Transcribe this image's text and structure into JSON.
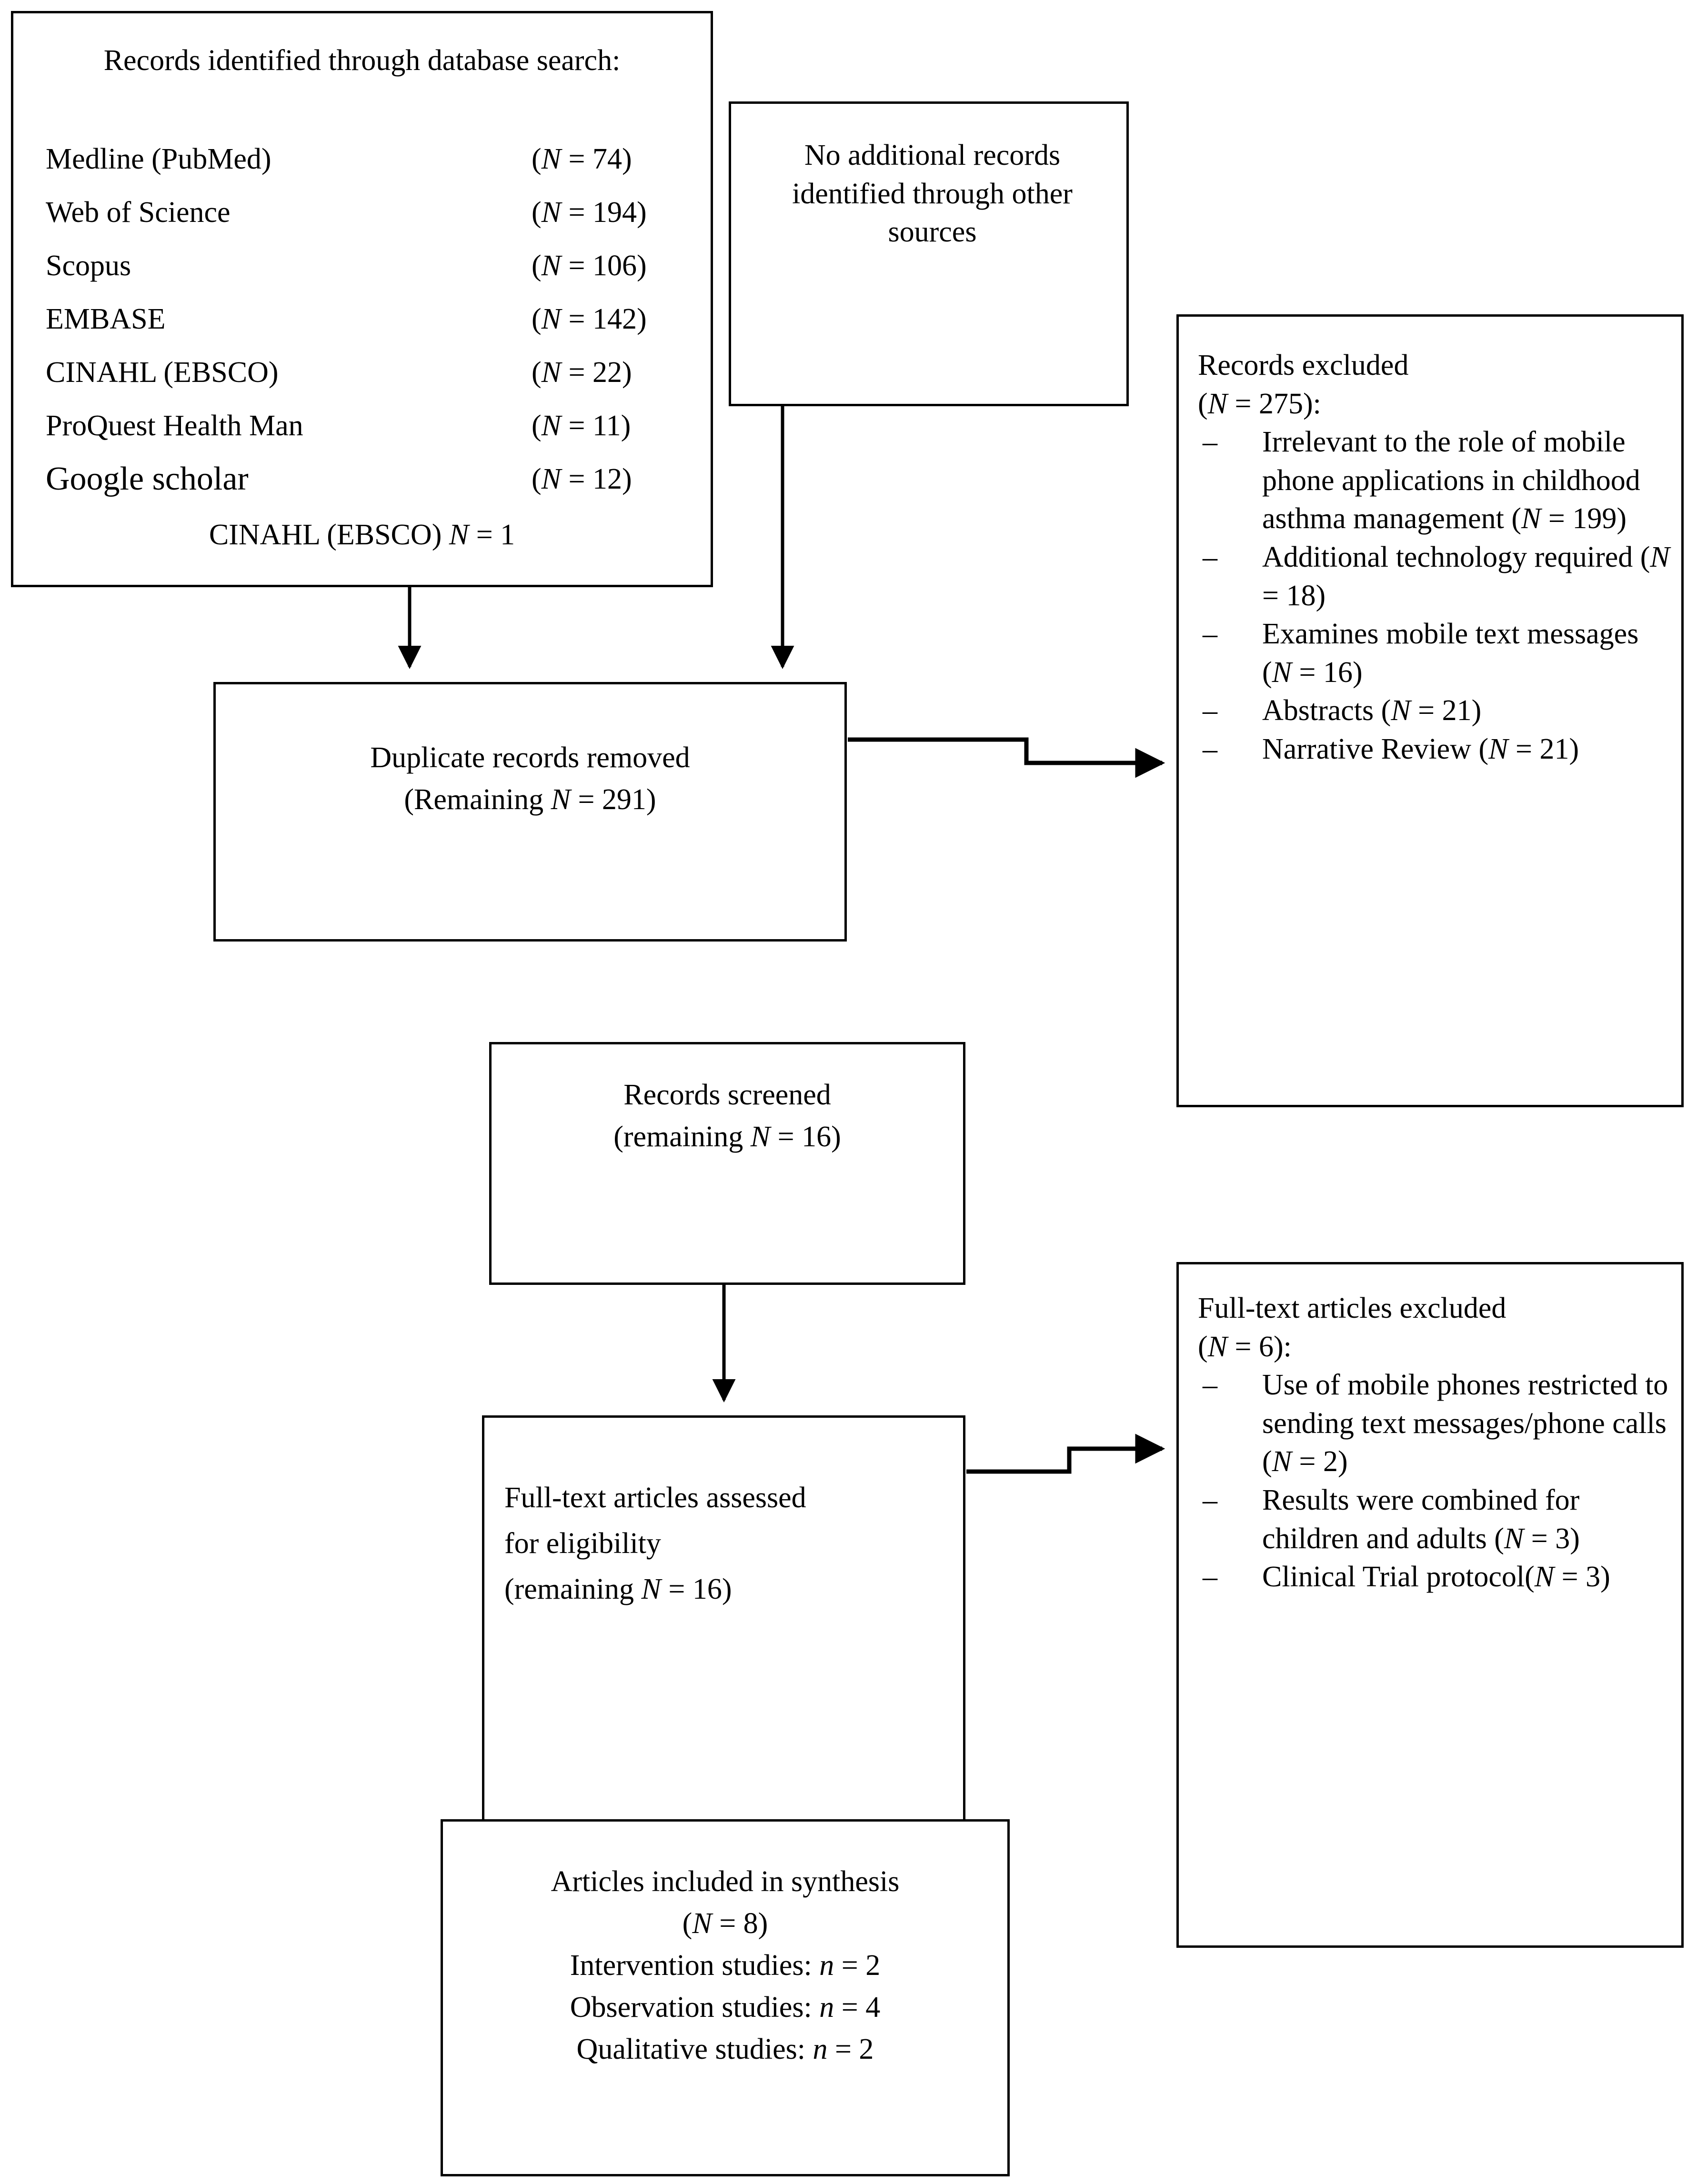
{
  "diagram": {
    "type": "PRISMA flow diagram",
    "boxes": {
      "database_search": {
        "heading": "Records identified through database search:",
        "sources": [
          {
            "name": "Medline (PubMed)",
            "count": "(N = 74)"
          },
          {
            "name": "Web of Science",
            "count": "(N = 194)"
          },
          {
            "name": "Scopus",
            "count": "(N = 106)"
          },
          {
            "name": "EMBASE",
            "count": "(N = 142)"
          },
          {
            "name": "CINAHL (EBSCO)",
            "count": "(N = 22)"
          },
          {
            "name": "ProQuest Health Man",
            "count": "(N = 11)"
          },
          {
            "name": "Google scholar",
            "count": "(N = 12)"
          }
        ],
        "footer": "CINAHL (EBSCO) N = 1"
      },
      "other_sources": {
        "text": "No additional records identified through other sources"
      },
      "records_excluded": {
        "title": "Records excluded",
        "count": "(N = 275):",
        "reasons": [
          "Irrelevant to the role of mobile phone applications in childhood asthma management (N = 199)",
          "Additional technology required (N = 18)",
          "Examines mobile text messages (N = 16)",
          "Abstracts (N = 21)",
          "Narrative Review (N = 21)"
        ]
      },
      "duplicates_removed": {
        "line1": "Duplicate records removed",
        "line2": "(Remaining N = 291)"
      },
      "records_screened": {
        "line1": "Records screened",
        "line2": "(remaining N = 16)"
      },
      "fulltext_assessed": {
        "line1": "Full-text articles assessed",
        "line2": "for eligibility",
        "line3": "(remaining N = 16)"
      },
      "fulltext_excluded": {
        "title": "Full-text articles excluded",
        "count": "(N = 6):",
        "reasons": [
          "Use of mobile phones restricted to sending text messages/phone calls (N = 2)",
          "Results were combined for children and adults (N = 3)",
          "Clinical Trial protocol(N = 3)"
        ]
      },
      "included_synthesis": {
        "line1": "Articles included in synthesis",
        "line2": "(N = 8)",
        "line3": "Intervention studies: n = 2",
        "line4": "Observation studies: n = 4",
        "line5": "Qualitative studies: n = 2"
      }
    },
    "bullet_marker": "–",
    "colors": {
      "stroke": "#000000",
      "background": "#ffffff",
      "text": "#000000"
    }
  }
}
